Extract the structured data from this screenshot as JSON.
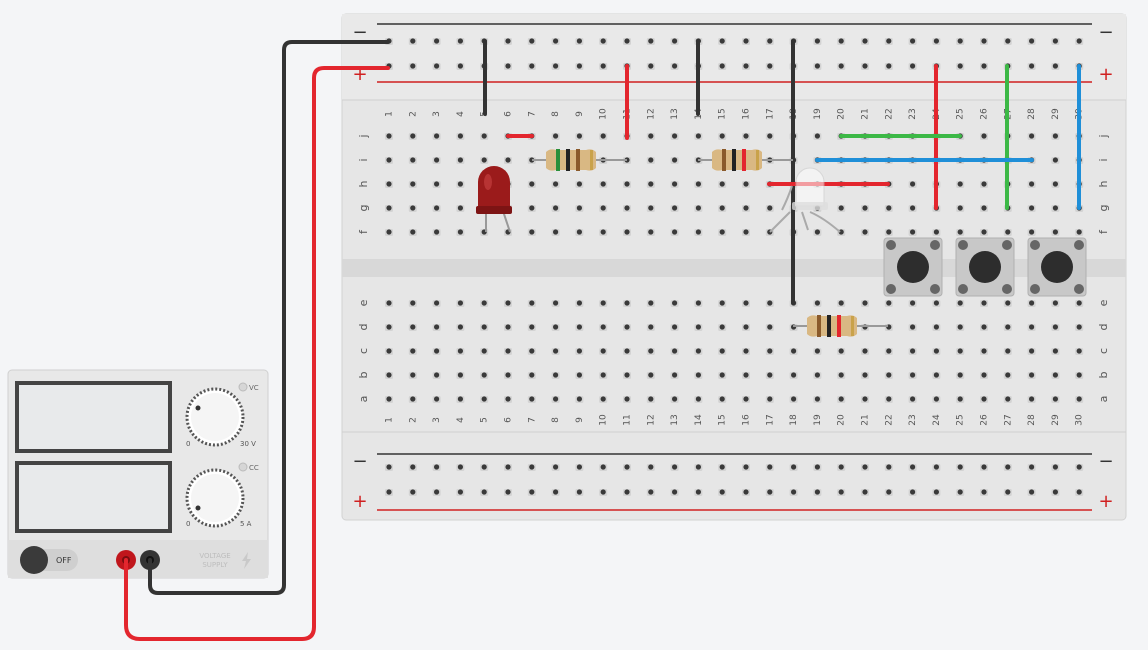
{
  "breadboard": {
    "columns": [
      "1",
      "2",
      "3",
      "4",
      "5",
      "6",
      "7",
      "8",
      "9",
      "10",
      "11",
      "12",
      "13",
      "14",
      "15",
      "16",
      "17",
      "18",
      "19",
      "20",
      "21",
      "22",
      "23",
      "24",
      "25",
      "26",
      "27",
      "28",
      "29",
      "30"
    ],
    "top_rows": [
      "j",
      "i",
      "h",
      "g",
      "f"
    ],
    "bottom_rows": [
      "e",
      "d",
      "c",
      "b",
      "a"
    ],
    "rail_minus": "−",
    "rail_plus": "+"
  },
  "supply": {
    "voltage_indicator": "VC",
    "current_indicator": "CC",
    "voltage_min": "0",
    "voltage_max": "30 V",
    "current_min": "0",
    "current_max": "5 A",
    "power_switch": "OFF",
    "brand_line1": "VOLTAGE",
    "brand_line2": "SUPPLY",
    "brand_icon": "lightning-bolt-icon"
  },
  "colors": {
    "wire_black": "#333333",
    "wire_red": "#e3262e",
    "wire_green": "#3cb846",
    "wire_blue": "#1f8fd8",
    "led_red": "#9b1b1b",
    "board": "#e6e6e6"
  }
}
